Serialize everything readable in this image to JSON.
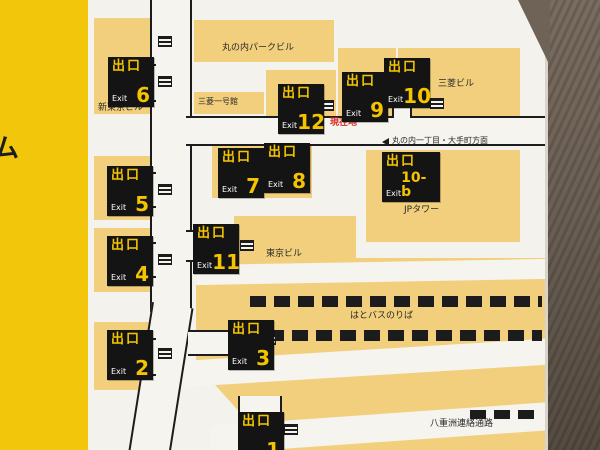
{
  "colors": {
    "strip_yellow": "#f2c70b",
    "map_background": "#f4f2ec",
    "building_tan": "#f2cf7d",
    "line_black": "#1c1c1c",
    "exit_sign_bg": "#141414",
    "exit_sign_yellow": "#f5c400",
    "exit_sign_white": "#ffffff",
    "current_location_red": "#d62b1f",
    "wall_brown": "#6b6055"
  },
  "sign": {
    "jp": "出口",
    "en": "Exit"
  },
  "exits": {
    "e1": "1",
    "e2": "2",
    "e3": "3",
    "e4": "4",
    "e5": "5",
    "e6": "6",
    "e7": "7",
    "e8": "8",
    "e9": "9",
    "e10": "10",
    "e10b": "10-b",
    "e11": "11",
    "e12": "12"
  },
  "labels": {
    "marunouchi_park_bldg": "丸の内パークビル",
    "mitsubishi_ichigokan": "三菱一号館",
    "shin_tokyo_bldg": "新東京ビル",
    "mitsubishi_bldg": "三菱ビル",
    "current_location": "現在地",
    "direction": "丸の内一丁目・大手町方面",
    "jp_tower": "JPタワー",
    "tokyo_bldg": "東京ビル",
    "hato_bus": "はとバスのりば",
    "yaesu_passage": "八重洲連絡通路",
    "side_partial": "ム"
  }
}
